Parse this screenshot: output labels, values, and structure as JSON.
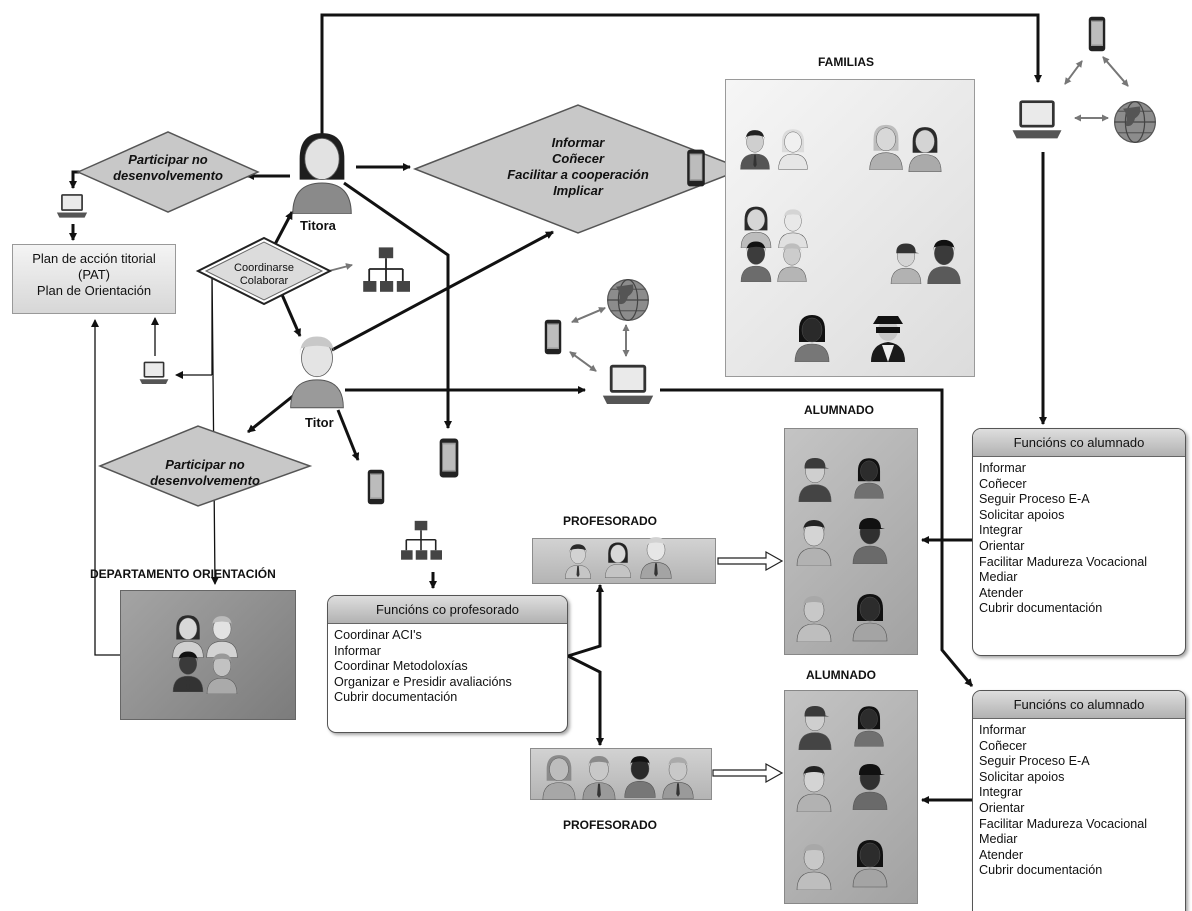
{
  "diagram": {
    "persons": {
      "titora": "Titora",
      "titor": "Titor"
    },
    "diamonds": {
      "participar_top": [
        "Participar no",
        "desenvolvemento"
      ],
      "participar_bottom": [
        "Participar no",
        "desenvolvemento"
      ],
      "informar": [
        "Informar",
        "Coñecer",
        "Facilitar a cooperación",
        "Implicar"
      ],
      "coordinarse": [
        "Coordinarse",
        "Colaborar"
      ]
    },
    "plan": [
      "Plan de acción titorial",
      "(PAT)",
      "Plan de Orientación"
    ],
    "headings": {
      "familias": "FAMILIAS",
      "alumnado_top": "ALUMNADO",
      "alumnado_bottom": "ALUMNADO",
      "profesorado_top": "PROFESORADO",
      "profesorado_bottom": "PROFESORADO",
      "departamento": "DEPARTAMENTO ORIENTACIÓN"
    },
    "funcions_profesorado": {
      "title": "Funcións co profesorado",
      "items": [
        "Coordinar ACI's",
        "Informar",
        "Coordinar Metodoloxías",
        "Organizar e Presidir avaliacións",
        "Cubrir documentación"
      ]
    },
    "funcions_alumnado_top": {
      "title": "Funcións co alumnado",
      "items": [
        "Informar",
        "Coñecer",
        "Seguir Proceso E-A",
        "Solicitar apoios",
        "Integrar",
        "Orientar",
        "Facilitar Madureza Vocacional",
        "Mediar",
        "Atender",
        "Cubrir documentación"
      ]
    },
    "funcions_alumnado_bottom": {
      "title": "Funcións co alumnado",
      "items": [
        "Informar",
        "Coñecer",
        "Seguir Proceso E-A",
        "Solicitar apoios",
        "Integrar",
        "Orientar",
        "Facilitar Madureza Vocacional",
        "Mediar",
        "Atender",
        "Cubrir documentación"
      ]
    },
    "icons": [
      "person-icon",
      "laptop-icon",
      "tablet-icon",
      "globe-icon",
      "network-icon",
      "spy-icon"
    ],
    "colors": {
      "arrow": "#111111",
      "diamond_fill": "#c8c8c8",
      "panel_dark": "#8e8e8e",
      "box_header": "#c4c4c4"
    }
  }
}
